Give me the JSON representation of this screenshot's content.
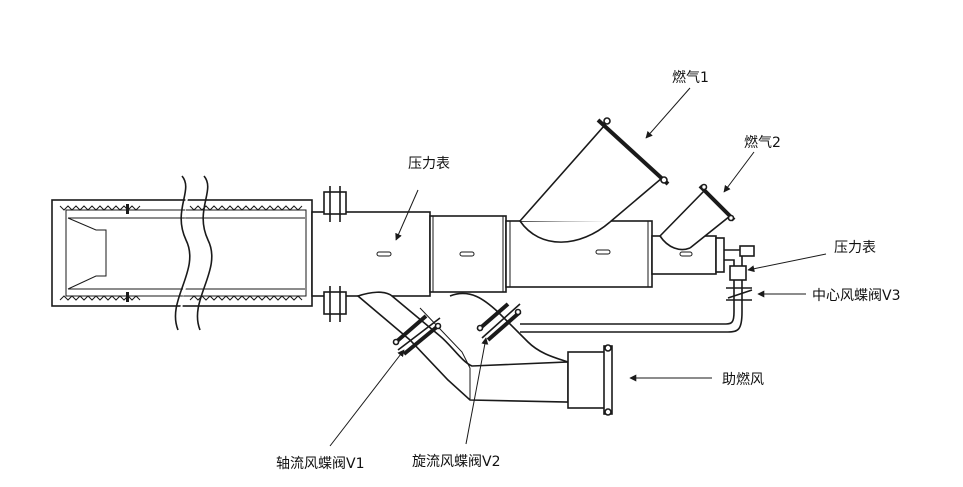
{
  "labels": {
    "gas_1": "燃气1",
    "gas_2": "燃气2",
    "pressure_gauge_main": "压力表",
    "pressure_gauge_side": "压力表",
    "center_air_valve": "中心风蝶阀V3",
    "combustion_air": "助燃风",
    "axial_air_valve": "轴流风蝶阀V1",
    "swirl_air_valve": "旋流风蝶阀V2"
  },
  "colors": {
    "line": "#1a1a1a",
    "background": "#ffffff"
  }
}
